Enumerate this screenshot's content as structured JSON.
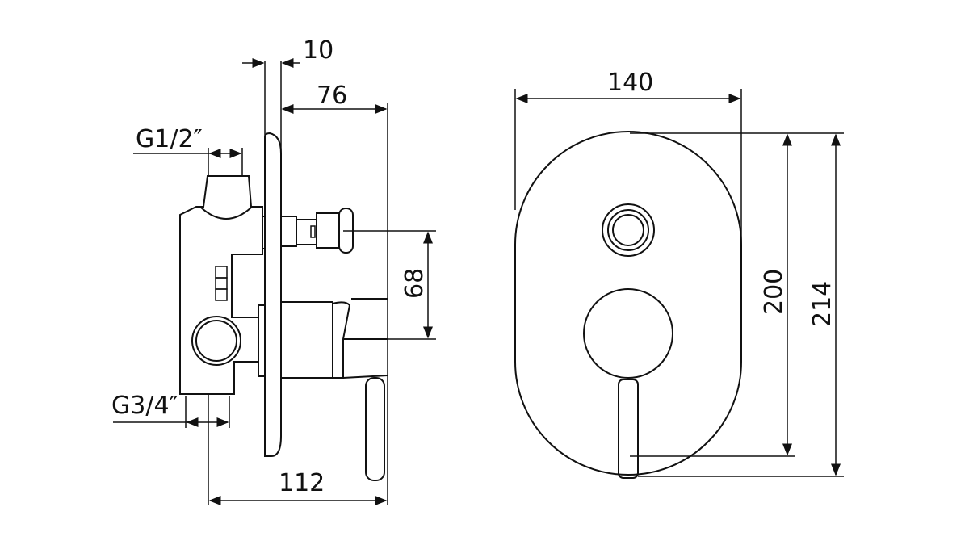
{
  "dimensions": {
    "plate_thickness": "10",
    "depth_front": "76",
    "inlet_thread": "G1/2″",
    "outlet_thread": "G3/4″",
    "button_to_lever": "68",
    "total_depth": "112",
    "plate_width": "140",
    "plate_height": "200",
    "overall_height": "214"
  },
  "colors": {
    "line": "#111111",
    "background": "#ffffff"
  }
}
